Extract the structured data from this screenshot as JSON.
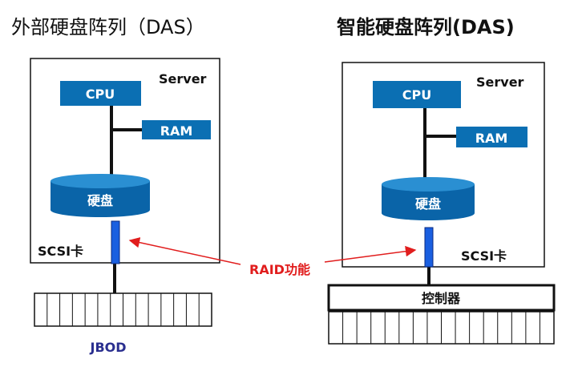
{
  "left": {
    "title": "外部硬盘阵列（DAS）",
    "server_label": "Server",
    "cpu_label": "CPU",
    "ram_label": "RAM",
    "disk_label": "硬盘",
    "scsi_label": "SCSI卡",
    "jbod_label": "JBOD"
  },
  "right": {
    "title": "智能硬盘阵列(DAS)",
    "server_label": "Server",
    "cpu_label": "CPU",
    "ram_label": "RAM",
    "disk_label": "硬盘",
    "scsi_label": "SCSI卡",
    "controller_label": "控制器"
  },
  "raid_label": "RAID功能",
  "colors": {
    "box_blue": "#0b6fb3",
    "disk_blue": "#0a64a8",
    "disk_top": "#2a8fd2",
    "scsi_blue": "#1a5fe0",
    "arrow_red": "#e11d1d",
    "jbod_blue": "#2a2f8f"
  }
}
